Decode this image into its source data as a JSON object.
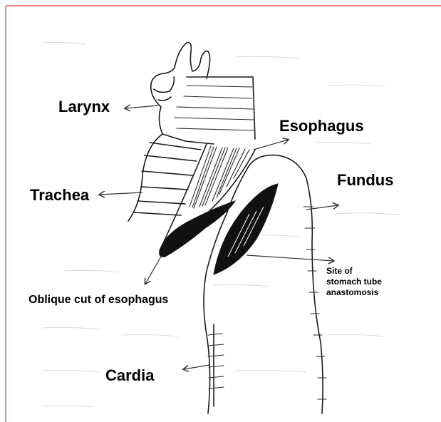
{
  "labels": {
    "larynx": "Larynx",
    "esophagus": "Esophagus",
    "fundus": "Fundus",
    "trachea": "Trachea",
    "oblique_cut": "Oblique cut of esophagus",
    "site_line1": "Site of",
    "site_line2": "stomach tube",
    "site_line3": "anastomosis",
    "cardia": "Cardia"
  },
  "colors": {
    "frame": "#e03030",
    "ink": "#111111",
    "paper": "#ffffff"
  }
}
